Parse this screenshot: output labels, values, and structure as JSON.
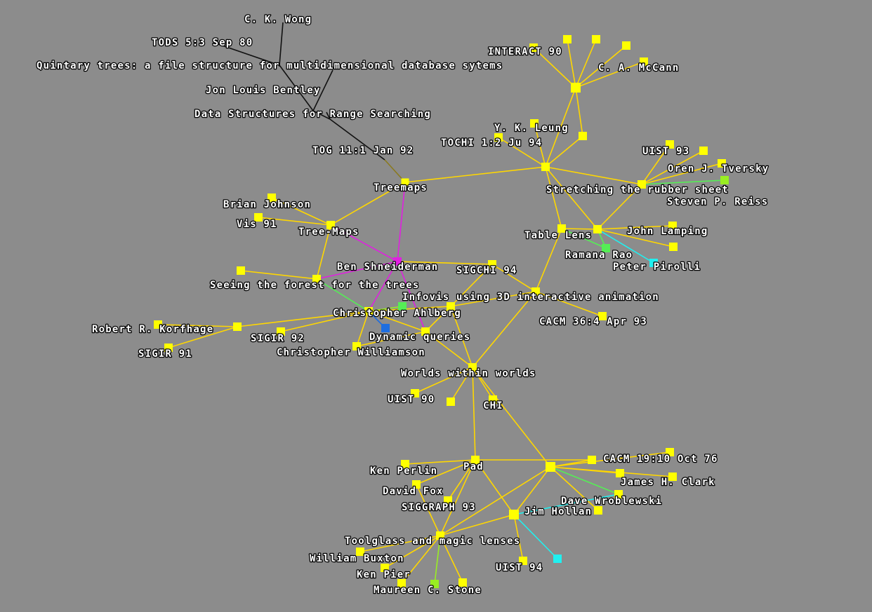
{
  "colors": {
    "background": "#8c8c8c",
    "edge_default": "#ffd700",
    "node_default": "#ffff00",
    "edge_dark": "#111111",
    "accent_magenta": "#e020e0",
    "accent_green": "#55ee55",
    "accent_cyan": "#20f0f0",
    "accent_blue": "#1e6ee0",
    "accent_lime": "#99ee22"
  },
  "nodes": [
    {
      "id": "wong",
      "label": "C. K. Wong"
    },
    {
      "id": "tods",
      "label": "TODS 5:3 Sep 80"
    },
    {
      "id": "quintary",
      "label": "Quintary trees: a file structure for multidimensional database sytems"
    },
    {
      "id": "bentley",
      "label": "Jon Louis Bentley"
    },
    {
      "id": "dsrange",
      "label": "Data Structures for Range Searching"
    },
    {
      "id": "tog",
      "label": "TOG 11:1 Jan 92"
    },
    {
      "id": "treemaps",
      "label": "Treemaps"
    },
    {
      "id": "interact90",
      "label": "INTERACT 90"
    },
    {
      "id": "mccann",
      "label": "C. A. McCann"
    },
    {
      "id": "hubTop",
      "label": ""
    },
    {
      "id": "t1",
      "label": ""
    },
    {
      "id": "t2",
      "label": ""
    },
    {
      "id": "t3",
      "label": ""
    },
    {
      "id": "t4",
      "label": ""
    },
    {
      "id": "leung",
      "label": "Y. K. Leung"
    },
    {
      "id": "tochi",
      "label": "TOCHI 1:2 Ju 94"
    },
    {
      "id": "l2",
      "label": ""
    },
    {
      "id": "hubLeung",
      "label": ""
    },
    {
      "id": "uist93",
      "label": "UIST 93"
    },
    {
      "id": "u2",
      "label": ""
    },
    {
      "id": "tversky",
      "label": "Oren J. Tversky"
    },
    {
      "id": "stretch",
      "label": "Stretching the rubber sheet"
    },
    {
      "id": "reiss",
      "label": "Steven P. Reiss"
    },
    {
      "id": "tablelens",
      "label": "Table Lens"
    },
    {
      "id": "hubLamp",
      "label": ""
    },
    {
      "id": "lamping",
      "label": "John Lamping"
    },
    {
      "id": "lx",
      "label": ""
    },
    {
      "id": "rao",
      "label": "Ramana Rao"
    },
    {
      "id": "pirolli",
      "label": "Peter Pirolli"
    },
    {
      "id": "johnson",
      "label": "Brian Johnson"
    },
    {
      "id": "vis91",
      "label": "Vis 91"
    },
    {
      "id": "treemaps2",
      "label": "Tree-Maps"
    },
    {
      "id": "shneiderman",
      "label": "Ben Shneiderman"
    },
    {
      "id": "sigchi94",
      "label": "SIGCHI 94"
    },
    {
      "id": "sx",
      "label": ""
    },
    {
      "id": "forest",
      "label": "Seeing the forest for the trees"
    },
    {
      "id": "infovis",
      "label": "Infovis using 3D interactive animation"
    },
    {
      "id": "cacm36",
      "label": "CACM 36:4 Apr 93"
    },
    {
      "id": "ahlberg",
      "label": "Christopher Ahlberg"
    },
    {
      "id": "ahlGreen",
      "label": ""
    },
    {
      "id": "ahlR",
      "label": ""
    },
    {
      "id": "korfhage",
      "label": "Robert R. Korfhage"
    },
    {
      "id": "korfR",
      "label": ""
    },
    {
      "id": "sigir92",
      "label": "SIGIR 92"
    },
    {
      "id": "sigir91",
      "label": "SIGIR 91"
    },
    {
      "id": "dynamic",
      "label": "Dynamic queries"
    },
    {
      "id": "dynBlue",
      "label": ""
    },
    {
      "id": "williamson",
      "label": "Christopher Williamson"
    },
    {
      "id": "worlds",
      "label": "Worlds within worlds"
    },
    {
      "id": "uist90",
      "label": "UIST 90"
    },
    {
      "id": "wx",
      "label": ""
    },
    {
      "id": "chi",
      "label": "CHI"
    },
    {
      "id": "pad",
      "label": "Pad"
    },
    {
      "id": "perlin",
      "label": "Ken Perlin"
    },
    {
      "id": "fox",
      "label": "David Fox"
    },
    {
      "id": "siggraph93",
      "label": "SIGGRAPH 93"
    },
    {
      "id": "hubLow",
      "label": ""
    },
    {
      "id": "cacm19",
      "label": "CACM 19:10 Oct 76"
    },
    {
      "id": "c19b",
      "label": ""
    },
    {
      "id": "clark",
      "label": "James H. Clark"
    },
    {
      "id": "cl2",
      "label": ""
    },
    {
      "id": "wroblewski",
      "label": "Dave Wroblewski"
    },
    {
      "id": "hollan",
      "label": "Jim Hollan"
    },
    {
      "id": "hollanR",
      "label": ""
    },
    {
      "id": "toolglass",
      "label": "Toolglass and magic lenses"
    },
    {
      "id": "uist94",
      "label": "UIST 94"
    },
    {
      "id": "cyanLow",
      "label": ""
    },
    {
      "id": "buxton",
      "label": "William Buxton"
    },
    {
      "id": "pier",
      "label": "Ken Pier"
    },
    {
      "id": "stone",
      "label": "Maureen C. Stone"
    },
    {
      "id": "st2",
      "label": ""
    },
    {
      "id": "st3",
      "label": ""
    }
  ],
  "edges": [
    [
      "tog",
      "treemaps",
      "dark"
    ],
    [
      "treemaps",
      "hubLeung",
      "default"
    ],
    [
      "treemaps",
      "treemaps2",
      "default"
    ],
    [
      "treemaps",
      "shneiderman",
      "magenta"
    ],
    [
      "hubTop",
      "interact90",
      "default"
    ],
    [
      "hubTop",
      "t1",
      "default"
    ],
    [
      "hubTop",
      "t2",
      "default"
    ],
    [
      "hubTop",
      "t3",
      "default"
    ],
    [
      "hubTop",
      "mccann",
      "default"
    ],
    [
      "hubTop",
      "t4",
      "default"
    ],
    [
      "hubTop",
      "hubLeung",
      "default"
    ],
    [
      "hubLeung",
      "leung",
      "default"
    ],
    [
      "hubLeung",
      "tochi",
      "default"
    ],
    [
      "hubLeung",
      "l2",
      "default"
    ],
    [
      "hubLeung",
      "stretch",
      "default"
    ],
    [
      "hubLeung",
      "tablelens",
      "default"
    ],
    [
      "hubLeung",
      "hubLamp",
      "default"
    ],
    [
      "stretch",
      "uist93",
      "default"
    ],
    [
      "stretch",
      "u2",
      "default"
    ],
    [
      "stretch",
      "tversky",
      "default"
    ],
    [
      "stretch",
      "reiss",
      "green"
    ],
    [
      "stretch",
      "hubLamp",
      "default"
    ],
    [
      "hubLamp",
      "lamping",
      "default"
    ],
    [
      "hubLamp",
      "lx",
      "default"
    ],
    [
      "hubLamp",
      "rao",
      "green"
    ],
    [
      "hubLamp",
      "pirolli",
      "cyan"
    ],
    [
      "hubLamp",
      "tablelens",
      "default"
    ],
    [
      "tablelens",
      "rao",
      "green"
    ],
    [
      "tablelens",
      "infovis",
      "default"
    ],
    [
      "treemaps2",
      "johnson",
      "default"
    ],
    [
      "treemaps2",
      "vis91",
      "default"
    ],
    [
      "treemaps2",
      "shneiderman",
      "magenta"
    ],
    [
      "treemaps2",
      "forest",
      "default"
    ],
    [
      "shneiderman",
      "ahlberg",
      "magenta"
    ],
    [
      "shneiderman",
      "dynamic",
      "magenta"
    ],
    [
      "shneiderman",
      "forest",
      "magenta"
    ],
    [
      "shneiderman",
      "sigchi94",
      "default"
    ],
    [
      "forest",
      "sx",
      "default"
    ],
    [
      "forest",
      "ahlberg",
      "green"
    ],
    [
      "sigchi94",
      "ahlR",
      "default"
    ],
    [
      "sigchi94",
      "infovis",
      "default"
    ],
    [
      "infovis",
      "cacm36",
      "default"
    ],
    [
      "infovis",
      "worlds",
      "default"
    ],
    [
      "infovis",
      "ahlR",
      "default"
    ],
    [
      "ahlberg",
      "korfR",
      "default"
    ],
    [
      "ahlberg",
      "sigir92",
      "default"
    ],
    [
      "ahlberg",
      "dynamic",
      "default"
    ],
    [
      "ahlberg",
      "williamson",
      "default"
    ],
    [
      "ahlberg",
      "ahlGreen",
      "lime"
    ],
    [
      "ahlberg",
      "ahlR",
      "default"
    ],
    [
      "ahlberg",
      "dynBlue",
      "blue"
    ],
    [
      "korfR",
      "korfhage",
      "default"
    ],
    [
      "korfR",
      "sigir91",
      "default"
    ],
    [
      "dynamic",
      "ahlR",
      "default"
    ],
    [
      "dynamic",
      "williamson",
      "default"
    ],
    [
      "dynamic",
      "worlds",
      "default"
    ],
    [
      "ahlR",
      "worlds",
      "default"
    ],
    [
      "worlds",
      "uist90",
      "default"
    ],
    [
      "worlds",
      "wx",
      "default"
    ],
    [
      "worlds",
      "chi",
      "default"
    ],
    [
      "worlds",
      "pad",
      "default"
    ],
    [
      "worlds",
      "hubLow",
      "default"
    ],
    [
      "pad",
      "perlin",
      "default"
    ],
    [
      "pad",
      "fox",
      "default"
    ],
    [
      "pad",
      "siggraph93",
      "default"
    ],
    [
      "pad",
      "hollan",
      "default"
    ],
    [
      "pad",
      "toolglass",
      "default"
    ],
    [
      "pad",
      "cacm19",
      "default"
    ],
    [
      "hubLow",
      "cacm19",
      "default"
    ],
    [
      "hubLow",
      "c19b",
      "default"
    ],
    [
      "hubLow",
      "clark",
      "default"
    ],
    [
      "hubLow",
      "cl2",
      "default"
    ],
    [
      "hubLow",
      "wroblewski",
      "green"
    ],
    [
      "hubLow",
      "hollanR",
      "default"
    ],
    [
      "hubLow",
      "hollan",
      "default"
    ],
    [
      "hubLow",
      "toolglass",
      "default"
    ],
    [
      "hollan",
      "wroblewski",
      "cyan"
    ],
    [
      "hollan",
      "uist94",
      "default"
    ],
    [
      "hollan",
      "cyanLow",
      "cyan"
    ],
    [
      "hollan",
      "toolglass",
      "default"
    ],
    [
      "toolglass",
      "buxton",
      "default"
    ],
    [
      "toolglass",
      "pier",
      "default"
    ],
    [
      "toolglass",
      "stone",
      "default"
    ],
    [
      "toolglass",
      "st2",
      "lime"
    ],
    [
      "toolglass",
      "st3",
      "default"
    ],
    [
      "toolglass",
      "fox",
      "default"
    ]
  ]
}
